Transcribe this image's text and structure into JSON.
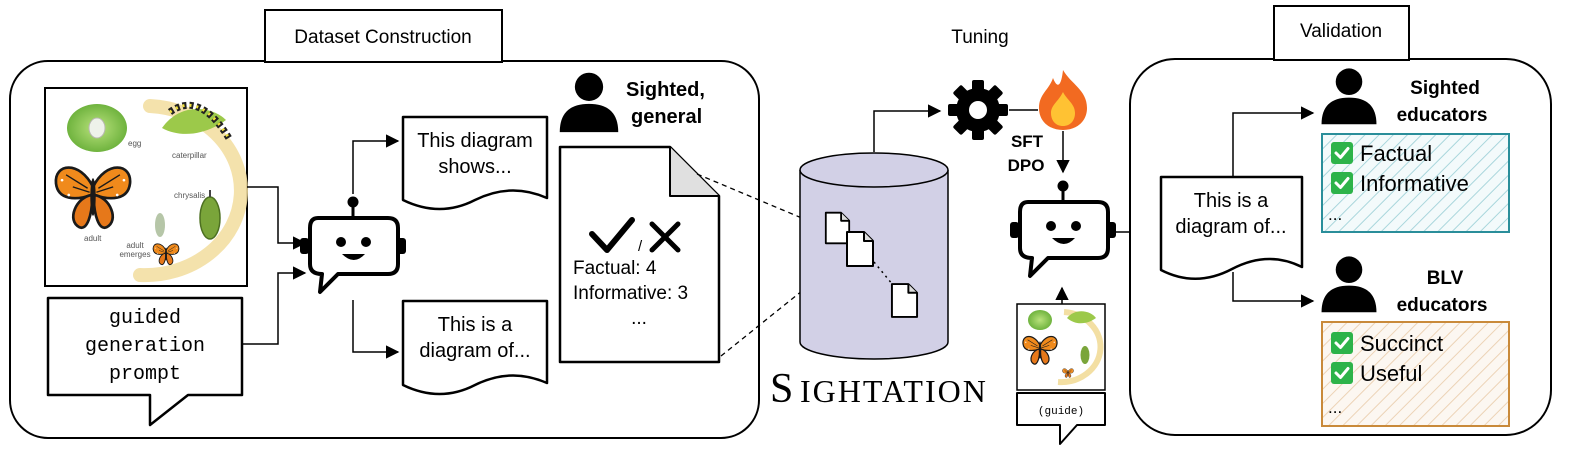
{
  "sections": {
    "dataset_construction": "Dataset Construction",
    "tuning": "Tuning",
    "validation": "Validation"
  },
  "prompt": {
    "line1": "guided",
    "line2": "generation",
    "line3": "prompt"
  },
  "lifecycle": {
    "egg": "egg",
    "caterpillar": "caterpillar",
    "chrysalis": "chrysalis",
    "adult": "adult",
    "adult_emerges_1": "adult",
    "adult_emerges_2": "emerges"
  },
  "outputs": {
    "doc_a_line1": "This diagram",
    "doc_a_line2": "shows...",
    "doc_b_line1": "This is a",
    "doc_b_line2": "diagram of..."
  },
  "rater": {
    "line1": "Sighted,",
    "line2": "general"
  },
  "rating_doc": {
    "slash": "/",
    "factual": "Factual: 4",
    "informative": "Informative: 3",
    "ellipsis": "..."
  },
  "dataset_name": {
    "first": "S",
    "rest": "IGHTATION"
  },
  "tuning_methods": {
    "sft": "SFT",
    "dpo": "DPO"
  },
  "guide_bubble": "(guide)",
  "tuned_output": {
    "line1": "This is a",
    "line2": "diagram of..."
  },
  "validation": {
    "sighted": {
      "line1": "Sighted",
      "line2": "educators",
      "items": [
        "Factual",
        "Informative"
      ],
      "more": "...",
      "border_color": "#2a8e9a"
    },
    "blv": {
      "line1": "BLV",
      "line2": "educators",
      "items": [
        "Succinct",
        "Useful"
      ],
      "more": "...",
      "border_color": "#c98a3a"
    }
  },
  "colors": {
    "cylinder_fill": "#d2d0e6",
    "check_green": "#2db34a",
    "flame_outer": "#f26a21",
    "flame_inner": "#ffc233"
  }
}
